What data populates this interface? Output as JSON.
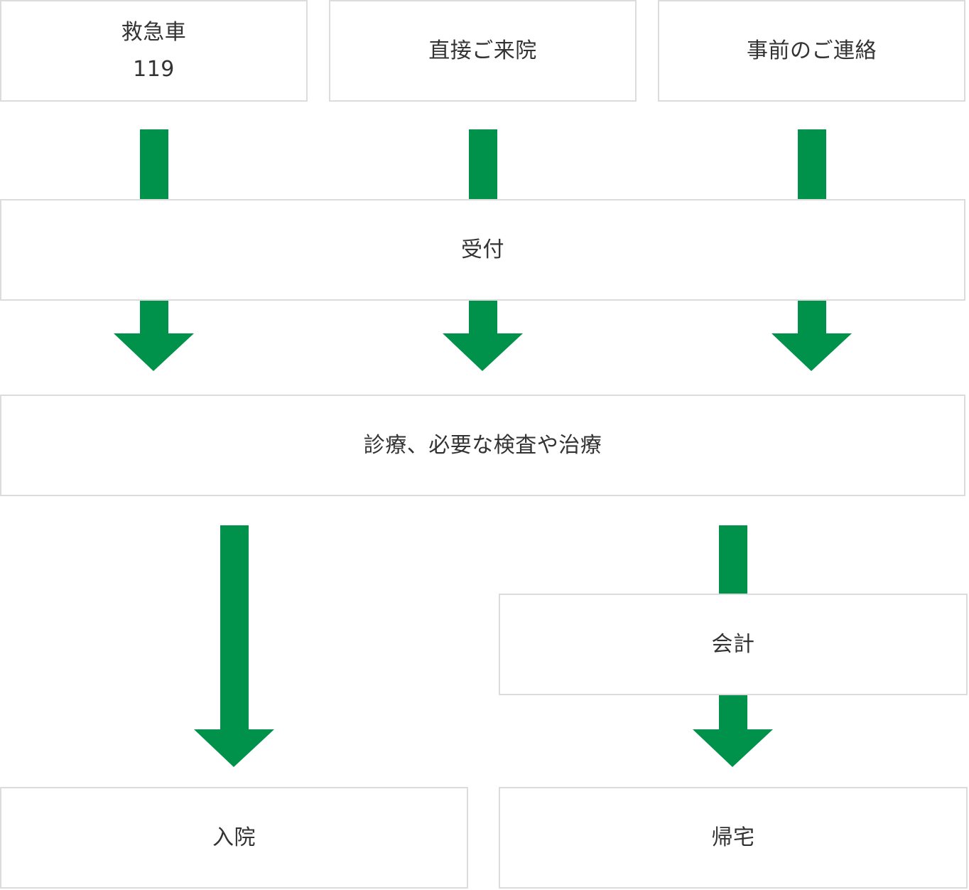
{
  "colors": {
    "arrow": "#00914a",
    "box_border": "#dcdcdc",
    "text": "#333333"
  },
  "entry_routes": {
    "ambulance": {
      "label": "救急車",
      "number": "119"
    },
    "direct_visit": {
      "label": "直接ご来院"
    },
    "prior_contact": {
      "label": "事前のご連絡"
    }
  },
  "steps": {
    "reception": "受付",
    "treatment": "診療、必要な検査や治療",
    "payment": "会計",
    "admission": "入院",
    "return_home": "帰宅"
  }
}
